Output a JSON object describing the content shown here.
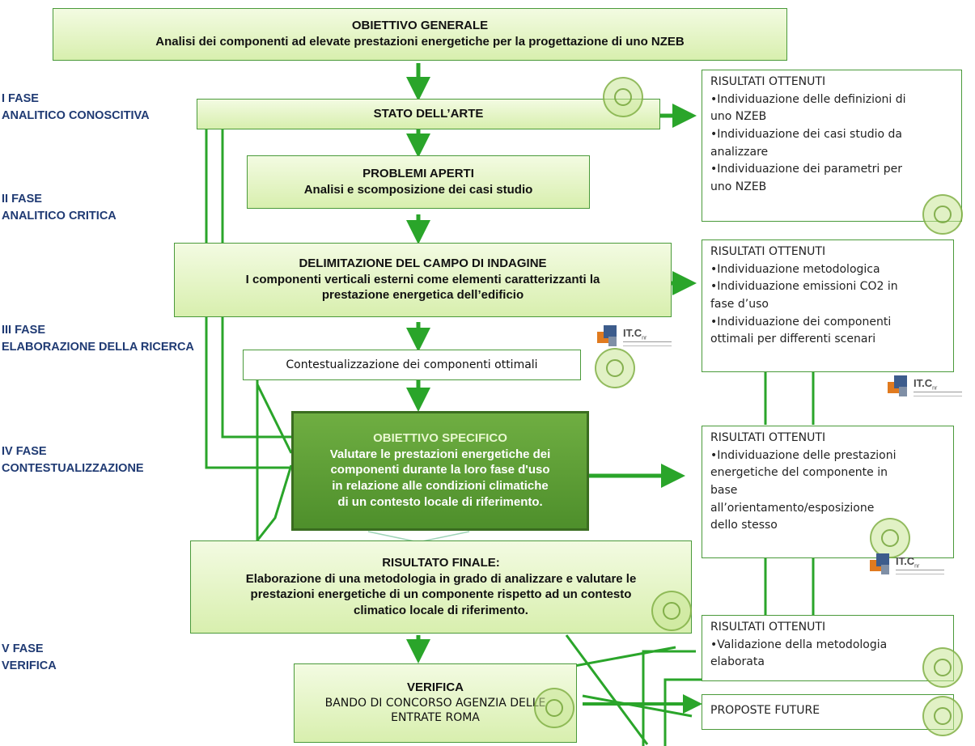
{
  "phases": {
    "p1": [
      "I FASE",
      "ANALITICO CONOSCITIVA"
    ],
    "p2": [
      "II FASE",
      "ANALITICO CRITICA"
    ],
    "p3": [
      "III FASE",
      "ELABORAZIONE DELLA RICERCA"
    ],
    "p4": [
      "IV FASE",
      "CONTESTUALIZZAZIONE"
    ],
    "p5": [
      "V FASE",
      "VERIFICA"
    ]
  },
  "boxes": {
    "obiettivo_generale": {
      "title": "OBIETTIVO GENERALE",
      "text": "Analisi dei componenti ad elevate prestazioni energetiche per la progettazione di uno NZEB"
    },
    "stato_arte": {
      "title": "STATO DELL’ARTE"
    },
    "problemi_aperti": {
      "title": "PROBLEMI APERTI",
      "text": "Analisi e scomposizione dei casi studio"
    },
    "delimitazione": {
      "title": "DELIMITAZIONE DEL CAMPO DI INDAGINE",
      "lines": [
        "I componenti verticali esterni come elementi caratterizzanti la",
        "prestazione energetica dell’edificio"
      ]
    },
    "contestualizzazione": {
      "text": "Contestualizzazione dei componenti ottimali"
    },
    "obiettivo_specifico": {
      "title": "OBIETTIVO SPECIFICO",
      "lines": [
        "Valutare le prestazioni energetiche dei",
        "componenti durante la loro fase d'uso",
        "in relazione alle condizioni climatiche",
        "di un contesto locale di riferimento."
      ]
    },
    "risultato_finale": {
      "title": "RISULTATO FINALE:",
      "lines": [
        "Elaborazione di una metodologia in grado di analizzare e valutare le",
        "prestazioni energetiche di un componente rispetto ad un contesto",
        "climatico locale di riferimento."
      ]
    },
    "verifica": {
      "title": "VERIFICA",
      "lines": [
        "BANDO DI CONCORSO AGENZIA DELLE",
        "ENTRATE ROMA"
      ]
    }
  },
  "results": {
    "r1": {
      "heading": "RISULTATI OTTENUTI",
      "lines": [
        "•Individuazione delle definizioni di",
        "uno NZEB",
        "•Individuazione dei casi studio da",
        "analizzare",
        "•Individuazione dei parametri per",
        "uno NZEB"
      ]
    },
    "r2": {
      "heading": "RISULTATI OTTENUTI",
      "lines": [
        "•Individuazione metodologica",
        "•Individuazione emissioni CO2 in",
        "fase d’uso",
        "•Individuazione dei componenti",
        "ottimali per differenti scenari"
      ]
    },
    "r3": {
      "heading": "RISULTATI OTTENUTI",
      "lines": [
        "•Individuazione delle prestazioni",
        "energetiche del componente in",
        "base",
        "all’orientamento/esposizione",
        "dello stesso"
      ]
    },
    "r4": {
      "heading": "RISULTATI OTTENUTI",
      "lines": [
        "•Validazione della metodologia",
        "elaborata"
      ]
    },
    "r5": {
      "heading": "PROPOSTE FUTURE"
    }
  },
  "logos": {
    "itc_label": "IT.C",
    "itc_suffix": "nr"
  },
  "colors": {
    "accent_green": "#2aa52a",
    "box_border": "#4a9a3a",
    "phase_blue": "#1f3a73",
    "dark_box": "#5a9a34"
  }
}
